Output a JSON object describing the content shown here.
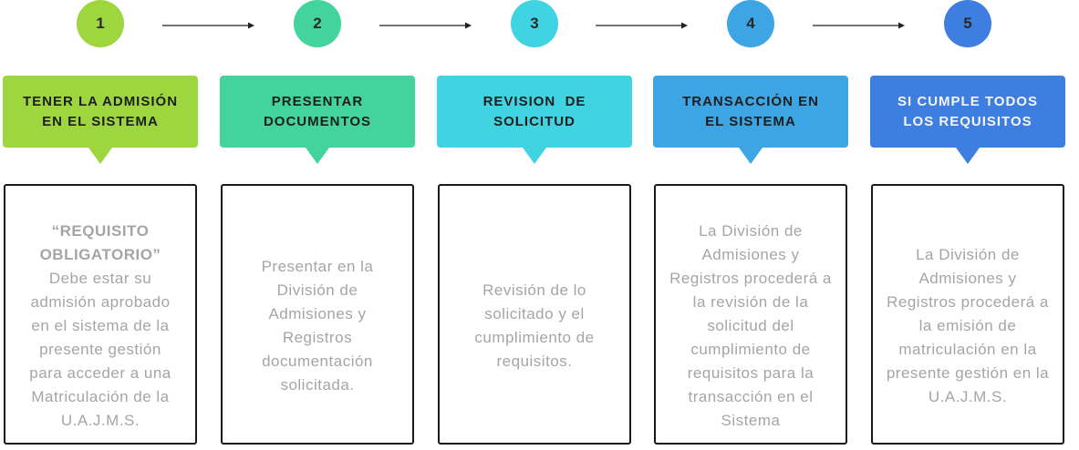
{
  "steps": [
    {
      "number": "1",
      "color": "#9ed640",
      "title": "TENER LA ADMISIÓN\nEN EL SISTEMA",
      "emphasis": "“REQUISITO\nOBLIGATORIO”",
      "body": "Debe estar su\nadmisión aprobado\nen el sistema de la\npresente gestión\npara acceder a una\nMatriculación de la\nU.A.J.M.S."
    },
    {
      "number": "2",
      "color": "#43d39c",
      "title": "PRESENTAR\nDOCUMENTOS",
      "emphasis": "",
      "body": "Presentar en la\nDivisión de\nAdmisiones y\nRegistros\ndocumentación\nsolicitada."
    },
    {
      "number": "3",
      "color": "#40d4e2",
      "title": "REVISION  DE\nSOLICITUD",
      "emphasis": "",
      "body": "Revisión de lo\nsolicitado y el\ncumplimiento de\nrequisitos."
    },
    {
      "number": "4",
      "color": "#3ea5e5",
      "title": "TRANSACCIÓN EN\nEL SISTEMA",
      "emphasis": "",
      "body": "La División de\nAdmisiones y\nRegistros procederá a\nla revisión de la\nsolicitud del\ncumplimiento de\nrequisitos para la\ntransacción en el\nSistema"
    },
    {
      "number": "5",
      "color": "#3d7ee0",
      "title": "SI CUMPLE TODOS\nLOS REQUISITOS",
      "emphasis": "",
      "body": "La División de\nAdmisiones y\nRegistros procederá a\nla emisión de\nmatriculación en la\npresente gestión en la\nU.A.J.M.S."
    }
  ]
}
